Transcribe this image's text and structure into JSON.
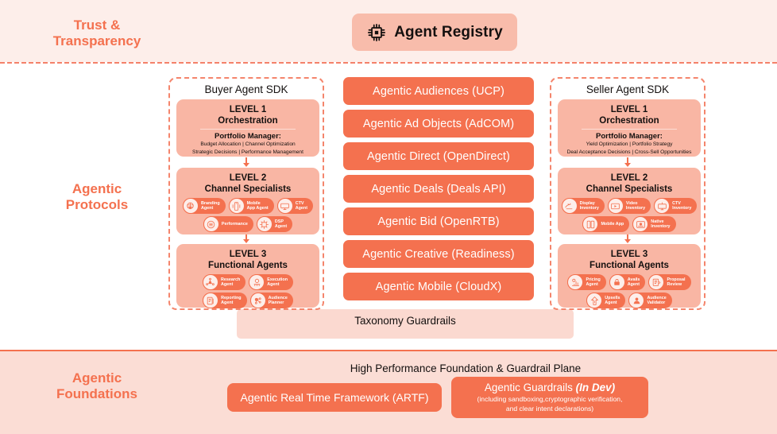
{
  "rails": {
    "trust": "Trust &\nTransparency",
    "protocols": "Agentic\nProtocols",
    "foundations": "Agentic\nFoundations"
  },
  "registry": {
    "label": "Agent Registry",
    "icon": "chip-icon"
  },
  "buyer_sdk": {
    "title": "Buyer Agent SDK",
    "level1": {
      "level": "LEVEL 1",
      "name": "Orchestration",
      "role": "Portfolio Manager:",
      "line1": "Budget Allocation | Channel Optimization",
      "line2": "Strategic Decisions | Performance Management"
    },
    "level2": {
      "level": "LEVEL 2",
      "name": "Channel Specialists",
      "agents": [
        {
          "label": "Branding\nAgent",
          "icon": "brain-network-icon"
        },
        {
          "label": "Mobile\nApp Agent",
          "icon": "mobile-phone-icon"
        },
        {
          "label": "CTV\nAgent",
          "icon": "tv-screen-icon"
        },
        {
          "label": "Performance",
          "icon": "performance-cycle-icon"
        },
        {
          "label": "DSP\nAgent",
          "icon": "dsp-network-icon"
        }
      ]
    },
    "level3": {
      "level": "LEVEL 3",
      "name": "Functional Agents",
      "agents": [
        {
          "label": "Research\nAgent",
          "icon": "research-nodes-icon"
        },
        {
          "label": "Execution\nAgent",
          "icon": "execution-gear-icon"
        },
        {
          "label": "Reporting\nAgent",
          "icon": "report-document-icon"
        },
        {
          "label": "Audience\nPlanner",
          "icon": "audience-nodes-icon"
        }
      ]
    }
  },
  "seller_sdk": {
    "title": "Seller Agent SDK",
    "level1": {
      "level": "LEVEL 1",
      "name": "Orchestration",
      "role": "Portfolio Manager:",
      "line1": "Yield Optimization | Portfolio Strategy",
      "line2": "Deal Acceptance Decisions | Cross-Sell Opportunities"
    },
    "level2": {
      "level": "LEVEL 2",
      "name": "Channel Specialists",
      "agents": [
        {
          "label": "Display\nInventory",
          "icon": "display-banner-icon"
        },
        {
          "label": "Video\nInventory",
          "icon": "video-play-icon"
        },
        {
          "label": "CTV\nInventory",
          "icon": "tv-screen-icon"
        },
        {
          "label": "Mobile App",
          "icon": "mobile-phone-icon"
        },
        {
          "label": "Native\nInventory",
          "icon": "native-layout-icon"
        }
      ]
    },
    "level3": {
      "level": "LEVEL 3",
      "name": "Functional Agents",
      "agents": [
        {
          "label": "Pricing\nAgent",
          "icon": "pricing-chart-icon"
        },
        {
          "label": "Avails\nAgent",
          "icon": "avails-lock-icon"
        },
        {
          "label": "Proposal\nReview",
          "icon": "proposal-doc-icon"
        },
        {
          "label": "Upsells\nAgent",
          "icon": "upsell-arrow-icon"
        },
        {
          "label": "Audience\nValidator",
          "icon": "audience-person-icon"
        }
      ]
    }
  },
  "protocols": [
    "Agentic Audiences (UCP)",
    "Agentic Ad Objects (AdCOM)",
    "Agentic Direct (OpenDirect)",
    "Agentic Deals (Deals API)",
    "Agentic Bid (OpenRTB)",
    "Agentic Creative (Readiness)",
    "Agentic Mobile (CloudX)"
  ],
  "taxonomy": {
    "label": "Taxonomy Guardrails"
  },
  "foundations": {
    "title": "High Performance Foundation & Guardrail Plane",
    "artf": {
      "label": "Agentic Real Time Framework (ARTF)"
    },
    "guardrails": {
      "title_main": "Agentic Guardrails ",
      "title_em": "(In Dev)",
      "sub": "(including sandboxing,cryptographic verification,\nand clear intent declarations)"
    }
  },
  "colors": {
    "coral": "#f4714f",
    "salmon": "#f9b6a4",
    "blush": "#fdeeea",
    "band_found": "#fbddd5",
    "tax_band": "#fbd9d0",
    "ink": "#14100f"
  }
}
